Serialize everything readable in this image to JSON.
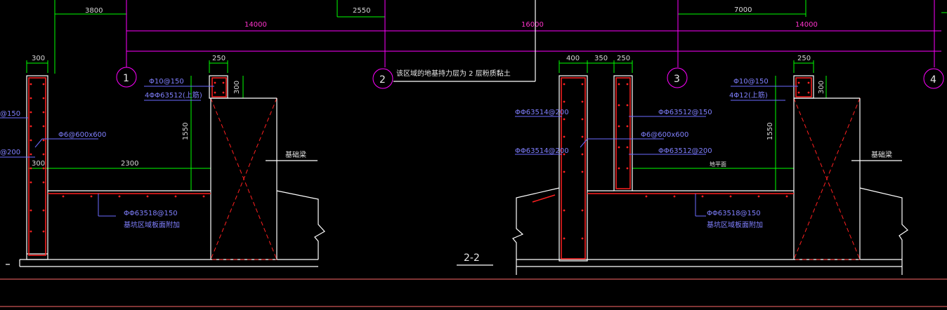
{
  "dims": {
    "d3800": "3800",
    "d2550": "2550",
    "d7000": "7000",
    "d14000_left": "14000",
    "d16000": "16000",
    "d14000_right": "14000",
    "d300_a": "300",
    "d250_a": "250",
    "d400": "400",
    "d350": "350",
    "d250_b": "250",
    "d250_c": "250",
    "d300_b": "300",
    "d300_c": "300",
    "d1550_a": "1550",
    "d1550_b": "1550",
    "d300_d": "300",
    "d2300": "2300"
  },
  "axes": {
    "a1": "1",
    "a2": "2",
    "a3": "3",
    "a4": "4"
  },
  "note": "该区域的地基持力层为 2 层粉质黏土",
  "section_label": "2-2",
  "left": {
    "rebar_top_1": "Φ10@150",
    "rebar_top_2": "4ΦΦ63512(上筋)",
    "rebar_edge_1": "@150",
    "rebar_edge_2": "@200",
    "rebar_mid": "Φ6@600x600",
    "rebar_bottom": "ΦΦ63518@150",
    "rebar_bottom_note": "基坑区域板面附加",
    "beam_label": "基础梁"
  },
  "right": {
    "rebar_l1": "ΦΦ63514@200",
    "rebar_l2": "ΦΦ63514@200",
    "rebar_r1": "ΦΦ63512@150",
    "rebar_mid": "Φ6@600x600",
    "rebar_r2": "ΦΦ63512@200",
    "floor_note": "地平面",
    "rebar_top_1": "Φ10@150",
    "rebar_top_2": "4Φ12(上筋)",
    "rebar_bottom": "ΦΦ63518@150",
    "rebar_bottom_note": "基坑区域板面附加",
    "beam_label": "基础梁"
  }
}
